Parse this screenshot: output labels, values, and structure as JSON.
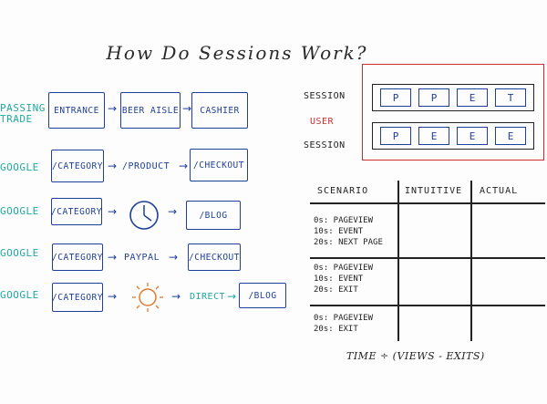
{
  "title": "How Do Sessions Work?",
  "flows": [
    {
      "source": "PASSING\nTRADE",
      "steps": [
        "ENTRANCE",
        "BEER AISLE",
        "CASHIER"
      ]
    },
    {
      "source": "GOOGLE",
      "steps": [
        "/CATEGORY",
        "/PRODUCT",
        "/CHECKOUT"
      ]
    },
    {
      "source": "GOOGLE",
      "steps": [
        "/CATEGORY",
        "/BLOG"
      ],
      "middle": "clock-icon"
    },
    {
      "source": "GOOGLE",
      "steps": [
        "/CATEGORY",
        "PAYPAL",
        "/CHECKOUT"
      ]
    },
    {
      "source": "GOOGLE",
      "steps": [
        "/CATEGORY",
        "DIRECT",
        "/BLOG"
      ],
      "middle": "sun-icon"
    }
  ],
  "session_diagram": {
    "labels": [
      "SESSION",
      "USER",
      "SESSION"
    ],
    "rows": [
      [
        "P",
        "P",
        "E",
        "T"
      ],
      [
        "P",
        "E",
        "E",
        "E"
      ]
    ]
  },
  "table": {
    "headers": [
      "SCENARIO",
      "INTUITIVE",
      "ACTUAL"
    ],
    "rows": [
      [
        "0s: PAGEVIEW",
        "10s: EVENT",
        "20s: NEXT PAGE"
      ],
      [
        "0s: PAGEVIEW",
        "10s: EVENT",
        "20s: EXIT"
      ],
      [
        "0s: PAGEVIEW",
        "20s: EXIT"
      ]
    ]
  },
  "formula": "TIME ÷ (VIEWS - EXITS)",
  "colors": {
    "ink_blue": "#1f3f9a",
    "teal": "#22a9a0",
    "red": "#cc2d2d",
    "orange": "#e07a2e",
    "black": "#222222"
  }
}
